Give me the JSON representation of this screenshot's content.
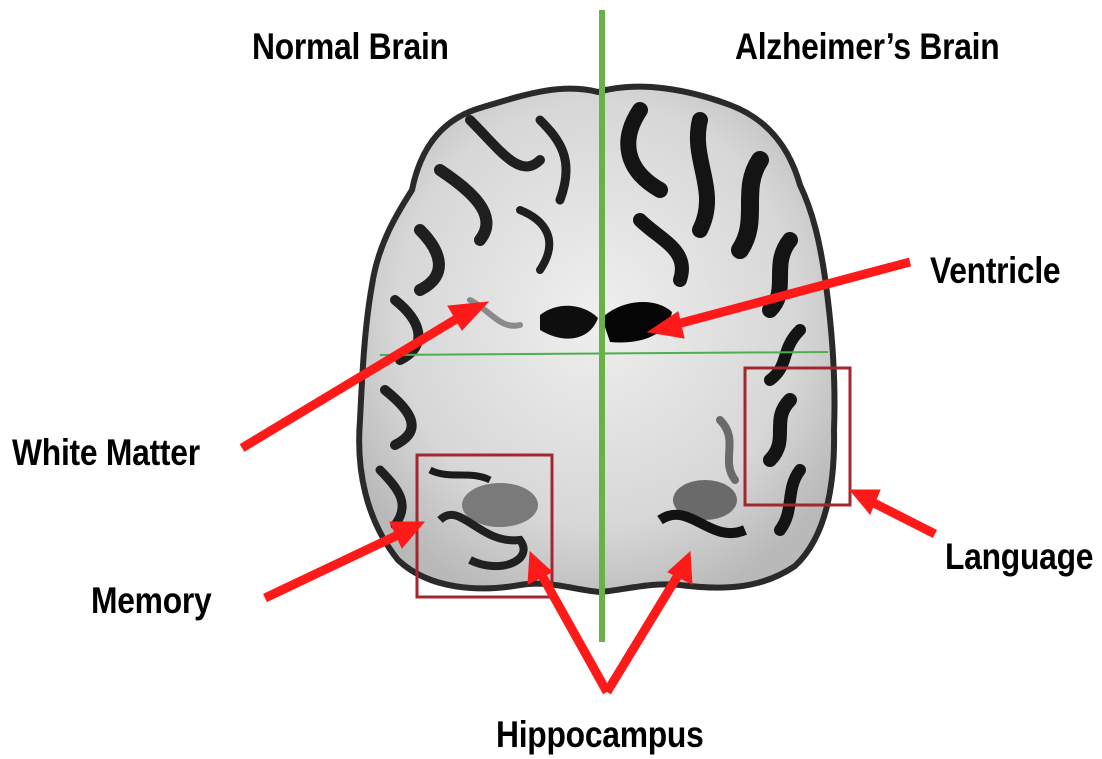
{
  "titles": {
    "normal": "Normal Brain",
    "alzheimers": "Alzheimer’s Brain"
  },
  "annotations": {
    "ventricle": "Ventricle",
    "white_matter": "White Matter",
    "language": "Language",
    "memory": "Memory",
    "hippocampus": "Hippocampus"
  },
  "colors": {
    "arrow": "#ff1a1a",
    "box": "#a3282e",
    "divider": "#6cb04a",
    "midline": "#4caf50"
  }
}
